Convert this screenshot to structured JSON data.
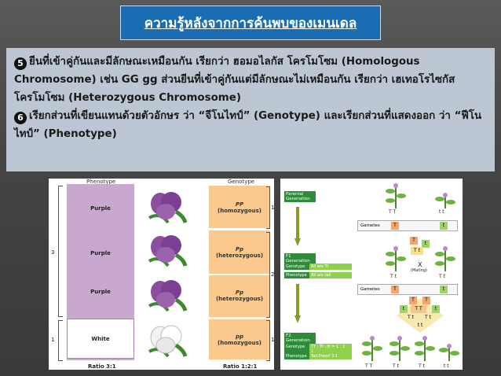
{
  "title": "ความรู้หลังจากการค้นพบของเมนเดล",
  "bullets": [
    {
      "icon": "5",
      "text": "ยีนที่เข้าคู่กันและมีลักษณะเหมือนกัน เรียกว่า ฮอมอไลกัส โครโมโซม  (Homologous Chromosome) เช่น GG gg ส่วนยีนที่เข้าคู่กันแต่มีลักษณะไม่เหมือนกัน เรียกว่า เฮเทอโรไซกัส โครโมโซม (Heterozygous Chromosome)"
    },
    {
      "icon": "6",
      "text": "เรียกส่วนที่เขียนแทนด้วยตัวอักษร ว่า “จีโนไทป์” (Genotype) และเรียกส่วนที่แสดงออก ว่า “ฟีโนไทป์” (Phenotype)"
    }
  ],
  "left_figure": {
    "header_phenotype": "Phenotype",
    "header_genotype": "Genotype",
    "rows": [
      {
        "phenotype": "Purple",
        "geno_code": "PP",
        "geno_desc": "(homozygous)",
        "flower": "purple"
      },
      {
        "phenotype": "Purple",
        "geno_code": "Pp",
        "geno_desc": "(heterozygous)",
        "flower": "purple"
      },
      {
        "phenotype": "Purple",
        "geno_code": "Pp",
        "geno_desc": "(heterozygous)",
        "flower": "purple"
      },
      {
        "phenotype": "White",
        "geno_code": "pp",
        "geno_desc": "(homozygous)",
        "flower": "white"
      }
    ],
    "bracket_left_3": "3",
    "bracket_left_1": "1",
    "bracket_right_1a": "1",
    "bracket_right_2": "2",
    "bracket_right_1b": "1",
    "ratio_pheno": "Ratio 3:1",
    "ratio_geno": "Ratio 1:2:1"
  },
  "right_figure": {
    "parental_label": "Parental Generation",
    "f1_label": "F1 Generation",
    "f2_label": "F2 Generation",
    "f1_rows": [
      {
        "k": "Genotype",
        "v": "All are Tt"
      },
      {
        "k": "Phenotype",
        "v": "All are tall"
      }
    ],
    "f2_rows": [
      {
        "k": "Genotype",
        "v": "TT : Tt : tt = 1 : 2 : 1"
      },
      {
        "k": "Phenotype",
        "v": "Tall:Dwarf 3:1"
      }
    ],
    "gametes_label": "Gametes",
    "mating_symbol": "X",
    "mating_label": "(Mating)",
    "parent_genotypes": [
      "T T",
      "t t"
    ],
    "f1_genotypes": [
      "T t",
      "T t"
    ],
    "f2_genotypes": [
      "T T",
      "T t",
      "T t",
      "t t"
    ],
    "gametes_top": [
      "T",
      "t"
    ],
    "gametes_mid": [
      "T",
      "t"
    ],
    "cross1_cells": [
      "T",
      "t",
      "T t"
    ],
    "cross2_cells": [
      "T",
      "T",
      "t",
      "T T",
      "t",
      "T t",
      "T t",
      "t t"
    ]
  },
  "colors": {
    "title_bg": "#1b6db3",
    "text_box_bg": "#bcc7d3",
    "phenotype_col": "#c9a8cf",
    "genotype_box": "#fbc88d",
    "green_label": "#2e8b3a",
    "gamete_T": "#f5a46a",
    "gamete_t": "#9fd36a"
  }
}
